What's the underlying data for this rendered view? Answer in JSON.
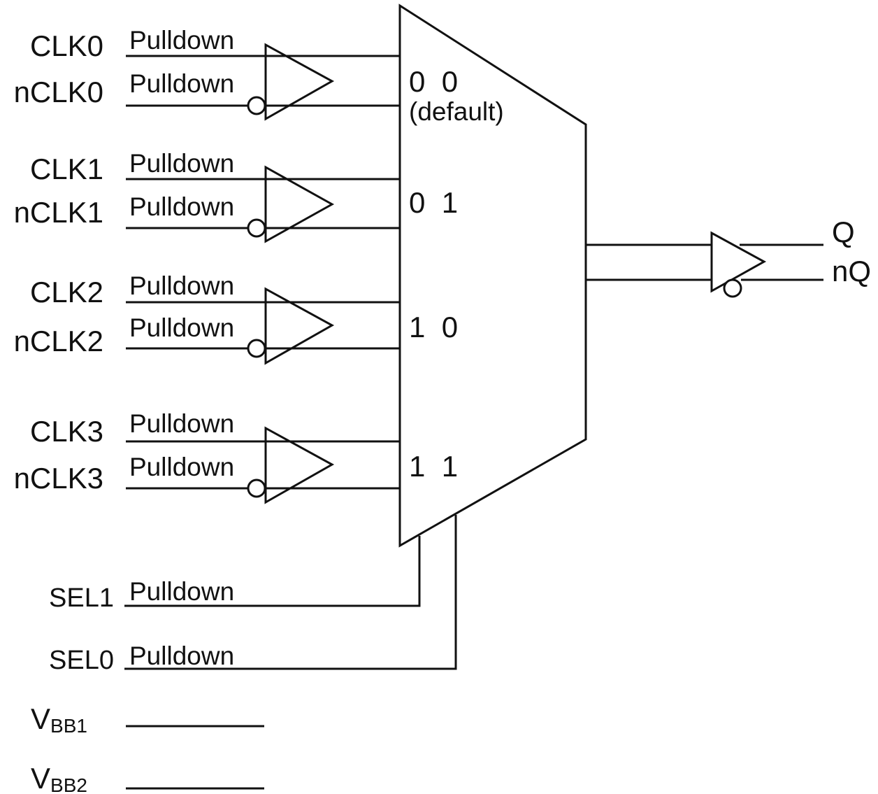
{
  "colors": {
    "ink": "#111111",
    "background": "#ffffff"
  },
  "inputs": [
    {
      "clk": "CLK0",
      "nclk": "nCLK0",
      "clk_bias": "Pulldown",
      "nclk_bias": "Pulldown",
      "select": "0  0",
      "note": "(default)"
    },
    {
      "clk": "CLK1",
      "nclk": "nCLK1",
      "clk_bias": "Pulldown",
      "nclk_bias": "Pulldown",
      "select": "0  1",
      "note": ""
    },
    {
      "clk": "CLK2",
      "nclk": "nCLK2",
      "clk_bias": "Pulldown",
      "nclk_bias": "Pulldown",
      "select": "1  0",
      "note": ""
    },
    {
      "clk": "CLK3",
      "nclk": "nCLK3",
      "clk_bias": "Pulldown",
      "nclk_bias": "Pulldown",
      "select": "1  1",
      "note": ""
    }
  ],
  "selects": [
    {
      "name": "SEL1",
      "bias": "Pulldown"
    },
    {
      "name": "SEL0",
      "bias": "Pulldown"
    }
  ],
  "vbb": [
    {
      "main": "V",
      "sub": "BB1"
    },
    {
      "main": "V",
      "sub": "BB2"
    }
  ],
  "outputs": {
    "q": "Q",
    "nq": "nQ"
  }
}
